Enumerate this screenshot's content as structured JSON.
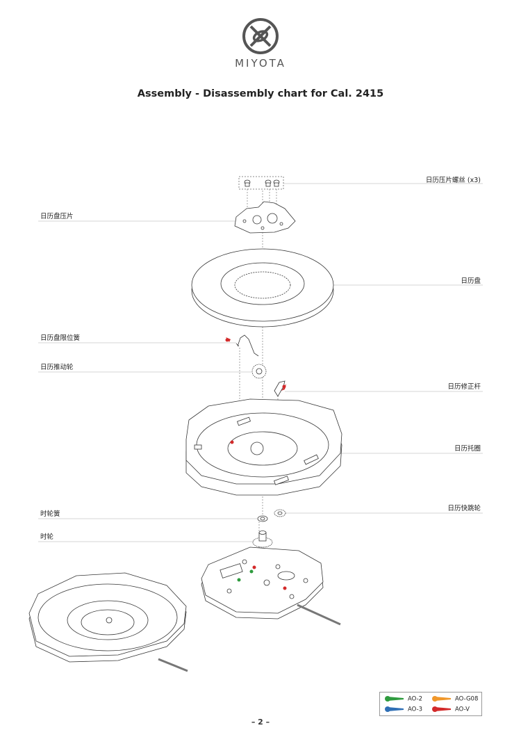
{
  "brand": {
    "name": "MIYOTA"
  },
  "title": "Assembly - Disassembly chart for Cal. 2415",
  "labels": {
    "calendar_plate_screws": "日历压片螺丝 (x3)",
    "calendar_plate": "日历盘压片",
    "date_dial": "日历盘",
    "date_jumper_spring": "日历盘限位簧",
    "date_driving_wheel": "日历推动轮",
    "date_corrector": "日历修正杆",
    "dial_ring": "日历托圈",
    "date_quick_wheel": "日历快跳轮",
    "hour_wheel_spring": "时轮簧",
    "hour_wheel": "时轮"
  },
  "legend": {
    "items": [
      {
        "label": "AO-2",
        "color": "#2e9b3e"
      },
      {
        "label": "AO-G08",
        "color": "#f0972a"
      },
      {
        "label": "AO-3",
        "color": "#2f6fb5"
      },
      {
        "label": "AO-V",
        "color": "#d32a2a"
      }
    ]
  },
  "page_number": "– 2 –"
}
